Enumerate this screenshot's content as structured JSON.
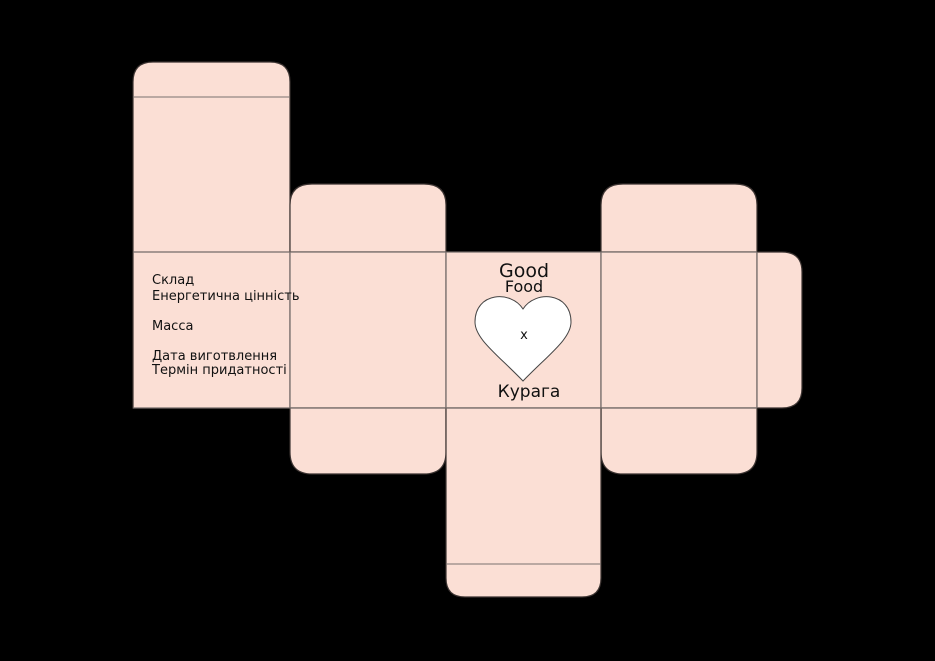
{
  "colors": {
    "background": "#000000",
    "panel_fill": "#fbdfd5",
    "panel_stroke": "#3a3230",
    "fold_line": "#7a7270",
    "heart_fill": "#ffffff"
  },
  "side_panel": {
    "composition_label": "Склад",
    "energy_label": "Енергетична цінність",
    "mass_label": "Масса",
    "manufacture_date_label": "Дата виготвлення",
    "expiry_label": "Термін придатності"
  },
  "front_panel": {
    "brand_line1": "Good",
    "brand_line2": "Food",
    "heart_mark": "x",
    "product_name": "Курага"
  }
}
